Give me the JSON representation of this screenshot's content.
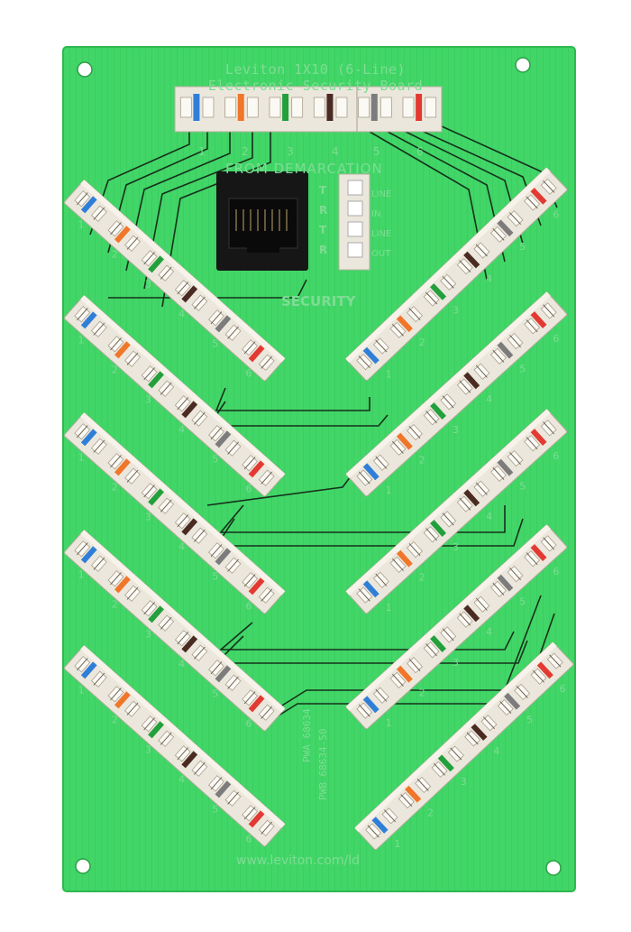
{
  "board": {
    "title_line1": "Leviton 1X10 (6-Line)",
    "title_line2": "Electronic Security Board",
    "demarcation_label": "FROM DEMARCATION",
    "security_label": "SECURITY",
    "pwa": "PWA 68634",
    "pwb": "PWB 68634-50",
    "url": "www.leviton.com/ld",
    "jack_side_labels": [
      "LINE",
      "IN",
      "LINE",
      "OUT"
    ],
    "jack_tr_labels": [
      "T",
      "R",
      "T",
      "R"
    ],
    "colors": {
      "board": "#3fd565",
      "board_edge": "#2fb84f",
      "trace": "#16301c",
      "block": "#ece7dc",
      "jack": "#161616",
      "pair_blue": "#2f7fd8",
      "pair_orange": "#f0762a",
      "pair_green": "#22a03c",
      "pair_brown": "#4a2b22",
      "pair_slate": "#7c7c7c",
      "pair_red": "#e23a32"
    },
    "block_port_numbers": [
      "1",
      "2",
      "3",
      "4",
      "5",
      "6"
    ],
    "top_block_numbers": [
      "1",
      "2",
      "3",
      "4",
      "5",
      "6"
    ]
  }
}
